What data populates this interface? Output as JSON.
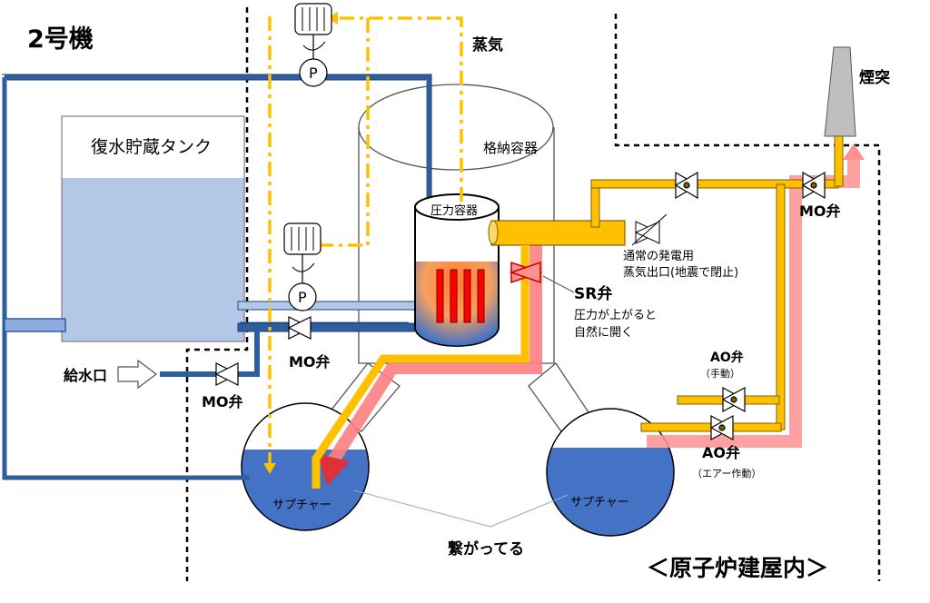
{
  "unit_label": "2号機",
  "steam_label": "蒸気",
  "chimney_label": "煙突",
  "tank_label": "復水貯蔵タンク",
  "containment_label": "格納容器",
  "pressure_vessel_label": "圧力容器",
  "normal_outlet_label": [
    "通常の発電用",
    "蒸気出口(地震で閉止)"
  ],
  "sr_valve_label": "SR弁",
  "sr_valve_desc": [
    "圧力が上がると",
    "自然に開く"
  ],
  "mo_valve_label": "MO弁",
  "ao_valve_label": "AO弁",
  "ao_manual_note": "（手動）",
  "ao_air_note": "（エアー作動）",
  "feed_inlet_label": "給水口",
  "suppression_label": "サプチャー",
  "connected_label": "繋がってる",
  "building_label": "＜原子炉建屋内＞",
  "pump_label": "P",
  "colors": {
    "blue_pipe": "#2e5e9e",
    "steam": "#ffc000",
    "flow_red": "#ff8080",
    "water": "#4472c4",
    "tank_water": "#b4c7e7"
  }
}
